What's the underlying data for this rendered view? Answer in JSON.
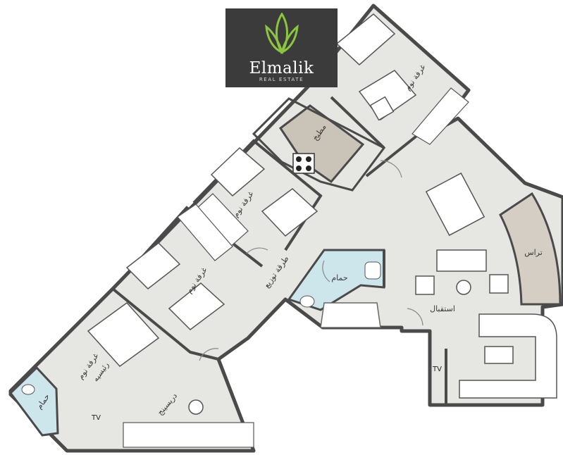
{
  "logo": {
    "name": "Elmalik",
    "subtitle": "REAL ESTATE",
    "accent": "#8cc63f"
  },
  "rooms": {
    "bedroom_top": "غرفة نوم",
    "kitchen": "مطبخ",
    "bedroom_2": "غرفة نوم",
    "bedroom_3": "غرفة نوم",
    "corridor": "طرقة توزيع",
    "bathroom": "حمام",
    "terrace": "تراس",
    "reception": "استقبال",
    "master_line1": "غرفة نوم",
    "master_line2": "رئيسيه",
    "bathroom_small": "حمام",
    "dressing": "دريسينج",
    "tv_left": "TV",
    "tv_right": "TV"
  },
  "colors": {
    "floor": "#e6e6e2",
    "wall": "#4a4a4a",
    "kitchen": "#c9c3b8",
    "terrace": "#d4cec4",
    "bathroom": "#cde6ec"
  }
}
